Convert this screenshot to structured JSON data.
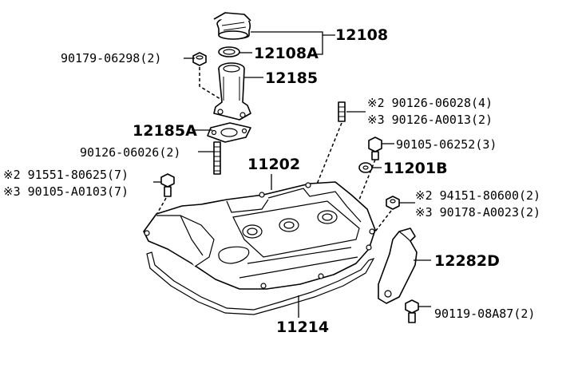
{
  "labels": {
    "l12108": "12108",
    "l12108A": "12108A",
    "l90179": "90179-06298(2)",
    "l12185": "12185",
    "l12185A": "12185A",
    "l90126_06026": "90126-06026(2)",
    "l11202": "11202",
    "l91551": "※2 91551-80625(7)",
    "l90105_A0103": "※3 90105-A0103(7)",
    "l90126_06028": "※2 90126-06028(4)",
    "l90126_A0013": "※3 90126-A0013(2)",
    "l90105_06252": "90105-06252(3)",
    "l11201B": "11201B",
    "l94151": "※2 94151-80600(2)",
    "l90178": "※3 90178-A0023(2)",
    "l12282D": "12282D",
    "l90119": "90119-08A87(2)",
    "l11214": "11214"
  }
}
